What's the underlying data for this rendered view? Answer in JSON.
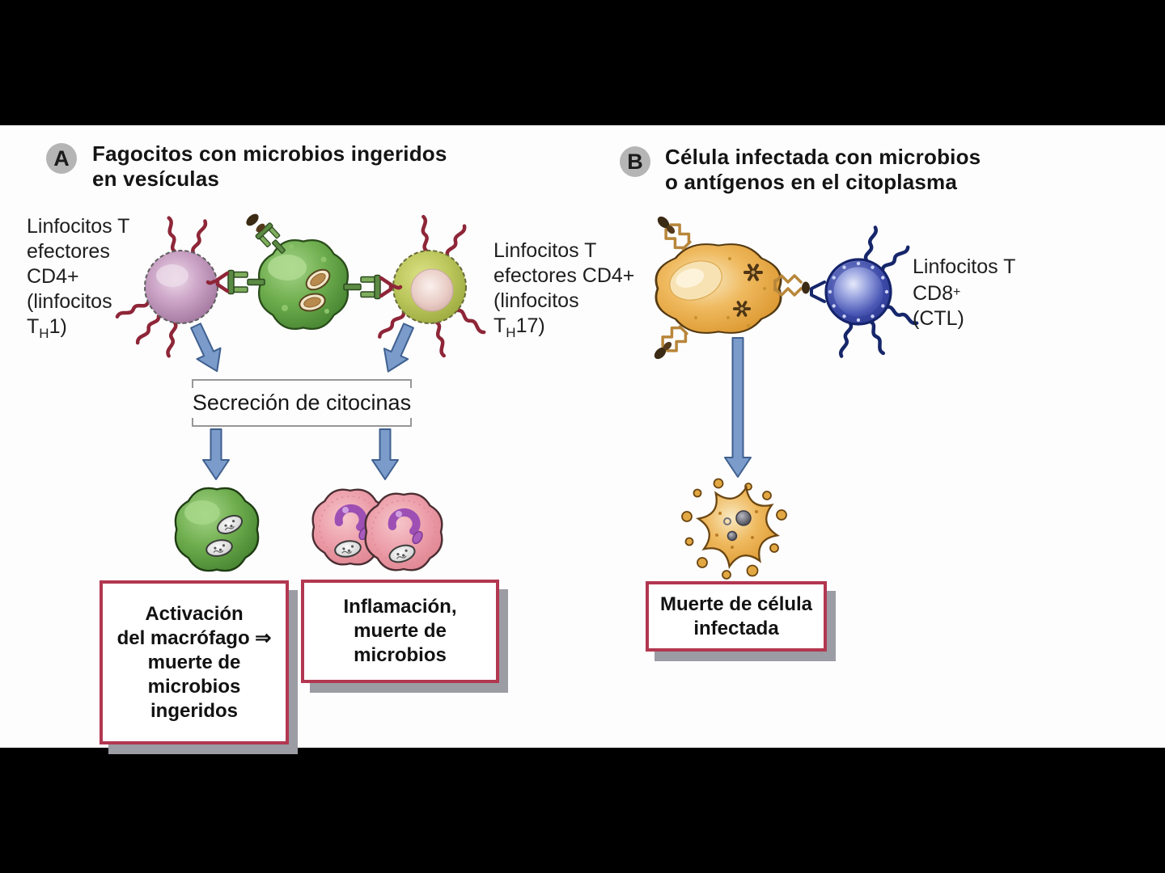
{
  "panel_a": {
    "badge": "A",
    "title_line1": "Fagocitos con microbios ingeridos",
    "title_line2": "en vesículas",
    "left_label": {
      "lines": [
        "Linfocitos T",
        "efectores",
        "CD4+",
        "(linfocitos"
      ],
      "sub": {
        "pre": "T",
        "sub": "H",
        "post": "1)"
      }
    },
    "right_label": {
      "lines": [
        "Linfocitos T",
        "efectores CD4+",
        "(linfocitos"
      ],
      "sub": {
        "pre": "T",
        "sub": "H",
        "post": "17)"
      }
    },
    "secretion_label": "Secreción de citocinas",
    "box_activation": {
      "lines": [
        "Activación",
        "del macrófago ⇒",
        "muerte de",
        "microbios",
        "ingeridos"
      ]
    },
    "box_inflammation": {
      "lines": [
        "Inflamación,",
        "muerte de",
        "microbios"
      ]
    }
  },
  "panel_b": {
    "badge": "B",
    "title_line1": "Célula infectada con microbios",
    "title_line2": "o antígenos en el citoplasma",
    "ctl_label": {
      "line1": "Linfocitos T",
      "cd8_pre": "CD8",
      "cd8_sup": "+",
      "line3": "(CTL)"
    },
    "box_death": {
      "lines": [
        "Muerte de célula",
        "infectada"
      ]
    }
  },
  "colors": {
    "background": "#000000",
    "canvas": "#fdfdfd",
    "badge_gray": "#b5b5b5",
    "box_border_red": "#b23750",
    "box_shadow_gray": "#9b9ca4",
    "arrow_blue": "#7b9ccb",
    "bracket_gray": "#979797",
    "th1_cell_purple": "#cfa9ca",
    "phagocyte_green": "#6fae4f",
    "th17_cell_yellow": "#bcc75c",
    "infected_cell_orange": "#efb95e",
    "ctl_cell_blue": "#4a57b4",
    "inflammation_pink": "#ec9da8",
    "nucleus_purple": "#9d4fb4",
    "receptor_red": "#8e2638",
    "receptor_navy": "#16266a",
    "mhc_green": "#5b8a44",
    "mhc_gold": "#b8863a"
  }
}
